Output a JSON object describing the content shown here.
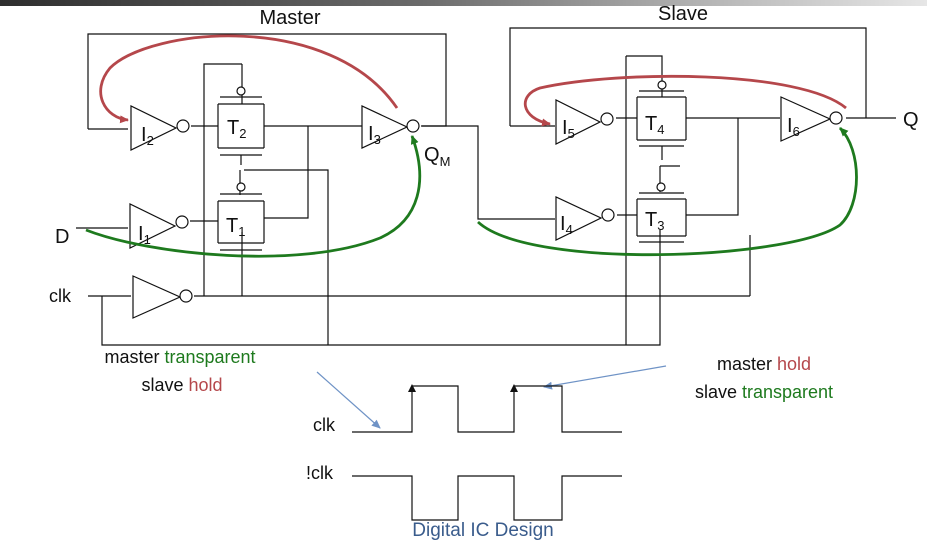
{
  "header": {
    "master": "Master",
    "slave": "Slave"
  },
  "nodes": {
    "d": "D",
    "clk": "clk",
    "q": "Q",
    "qm": "Q",
    "qm_sub": "M"
  },
  "gates": [
    {
      "letter": "I",
      "sub": "2"
    },
    {
      "letter": "I",
      "sub": "1"
    },
    {
      "letter": "I",
      "sub": "3"
    },
    {
      "letter": "I",
      "sub": "5"
    },
    {
      "letter": "I",
      "sub": "4"
    },
    {
      "letter": "I",
      "sub": "6"
    }
  ],
  "transistors": [
    {
      "letter": "T",
      "sub": "2"
    },
    {
      "letter": "T",
      "sub": "1"
    },
    {
      "letter": "T",
      "sub": "4"
    },
    {
      "letter": "T",
      "sub": "3"
    }
  ],
  "annotations": {
    "left": {
      "line1_a": "master ",
      "line1_b": "transparent",
      "line2_a": "slave ",
      "line2_b": "hold"
    },
    "right": {
      "line1_a": "master ",
      "line1_b": "hold",
      "line2_a": "slave ",
      "line2_b": "transparent"
    }
  },
  "waveforms": {
    "clk": "clk",
    "nclk": "!clk"
  },
  "footer": "Digital IC Design",
  "colors": {
    "hold": "#b5474b",
    "transparent": "#1e7a1e",
    "arrow": "#6f93c6"
  }
}
